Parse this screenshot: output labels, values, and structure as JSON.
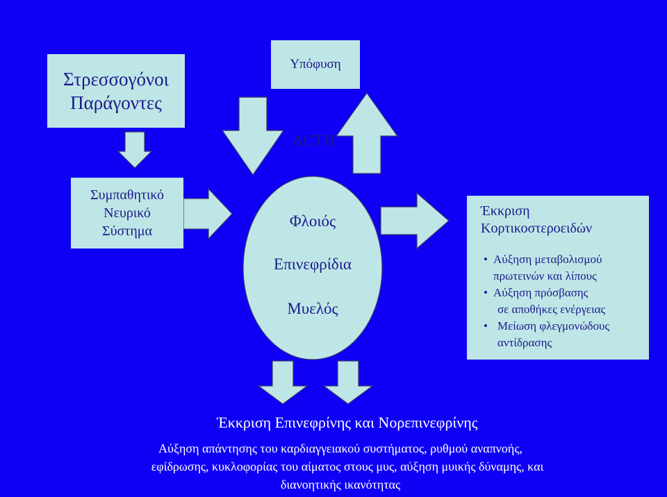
{
  "stress_factors": {
    "line1": "Στρεσσογόνοι",
    "line2": "Παράγοντες"
  },
  "pituitary": {
    "label": "Υπόφυση"
  },
  "acth": {
    "label": "ACTH"
  },
  "sympathetic": {
    "line1": "Συμπαθητικό",
    "line2": "Νευρικό",
    "line3": "Σύστημα"
  },
  "adrenal": {
    "cortex": "Φλοιός",
    "title": "Επινεφρίδια",
    "medulla": "Μυελός"
  },
  "corticosteroid": {
    "heading_line1": "Έκκριση",
    "heading_line2": "Κορτικοστεροειδών",
    "bullets": [
      {
        "line1": "Αύξηση μεταβολισμού",
        "line2": "πρωτεινών και λίπους"
      },
      {
        "line1": "Αύξηση πρόσβασης",
        "line2": "σε αποθήκες ενέργειας"
      },
      {
        "line1": "Μείωση φλεγμονώδους",
        "line2": "αντίδρασης"
      }
    ],
    "bullet_symbol": "•"
  },
  "catecholamine": {
    "heading": "Έκκριση Επινεφρίνης και Νορεπινεφρίνης",
    "line1": "Αύξηση απάντησης του καρδιαγγειακού συστήματος, ρυθμού αναπνοής,",
    "line2": "εφίδρωσης, κυκλοφορίας του αίματος στους μυς, αύξηση μυικής δύναμης, και",
    "line3": "διανοητικής ικανότητας"
  },
  "colors": {
    "background": "#0f00f5",
    "shape_fill": "#bfe6e6",
    "text_dark": "#1a1a8c",
    "text_light": "#ffffff"
  }
}
